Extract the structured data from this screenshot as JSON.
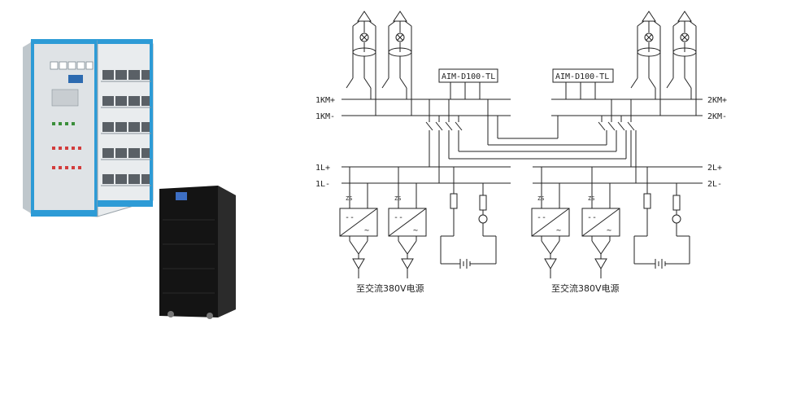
{
  "diagram": {
    "device_label_left": "AIM-D100-TL",
    "device_label_right": "AIM-D100-TL",
    "bus_labels": {
      "km_plus_left": "1KM+",
      "km_minus_left": "1KM-",
      "km_plus_right": "2KM+",
      "km_minus_right": "2KM-",
      "l_plus_left": "1L+",
      "l_minus_left": "1L-",
      "l_plus_right": "2L+",
      "l_minus_right": "2L-"
    },
    "source_label_left": "至交流380V电源",
    "source_label_right": "至交流380V电源",
    "rectifier_dc_symbol": "--",
    "rectifier_ac_symbol": "~",
    "diode_symbol": "ZS"
  },
  "images": {
    "panel_cabinet": "dc-power-panel-cabinet",
    "ups": "ups-tower-unit"
  },
  "colors": {
    "cabinet_frame": "#2d9bd6",
    "cabinet_body": "#dfe3e6",
    "ups_body": "#141414",
    "line": "#222222"
  }
}
